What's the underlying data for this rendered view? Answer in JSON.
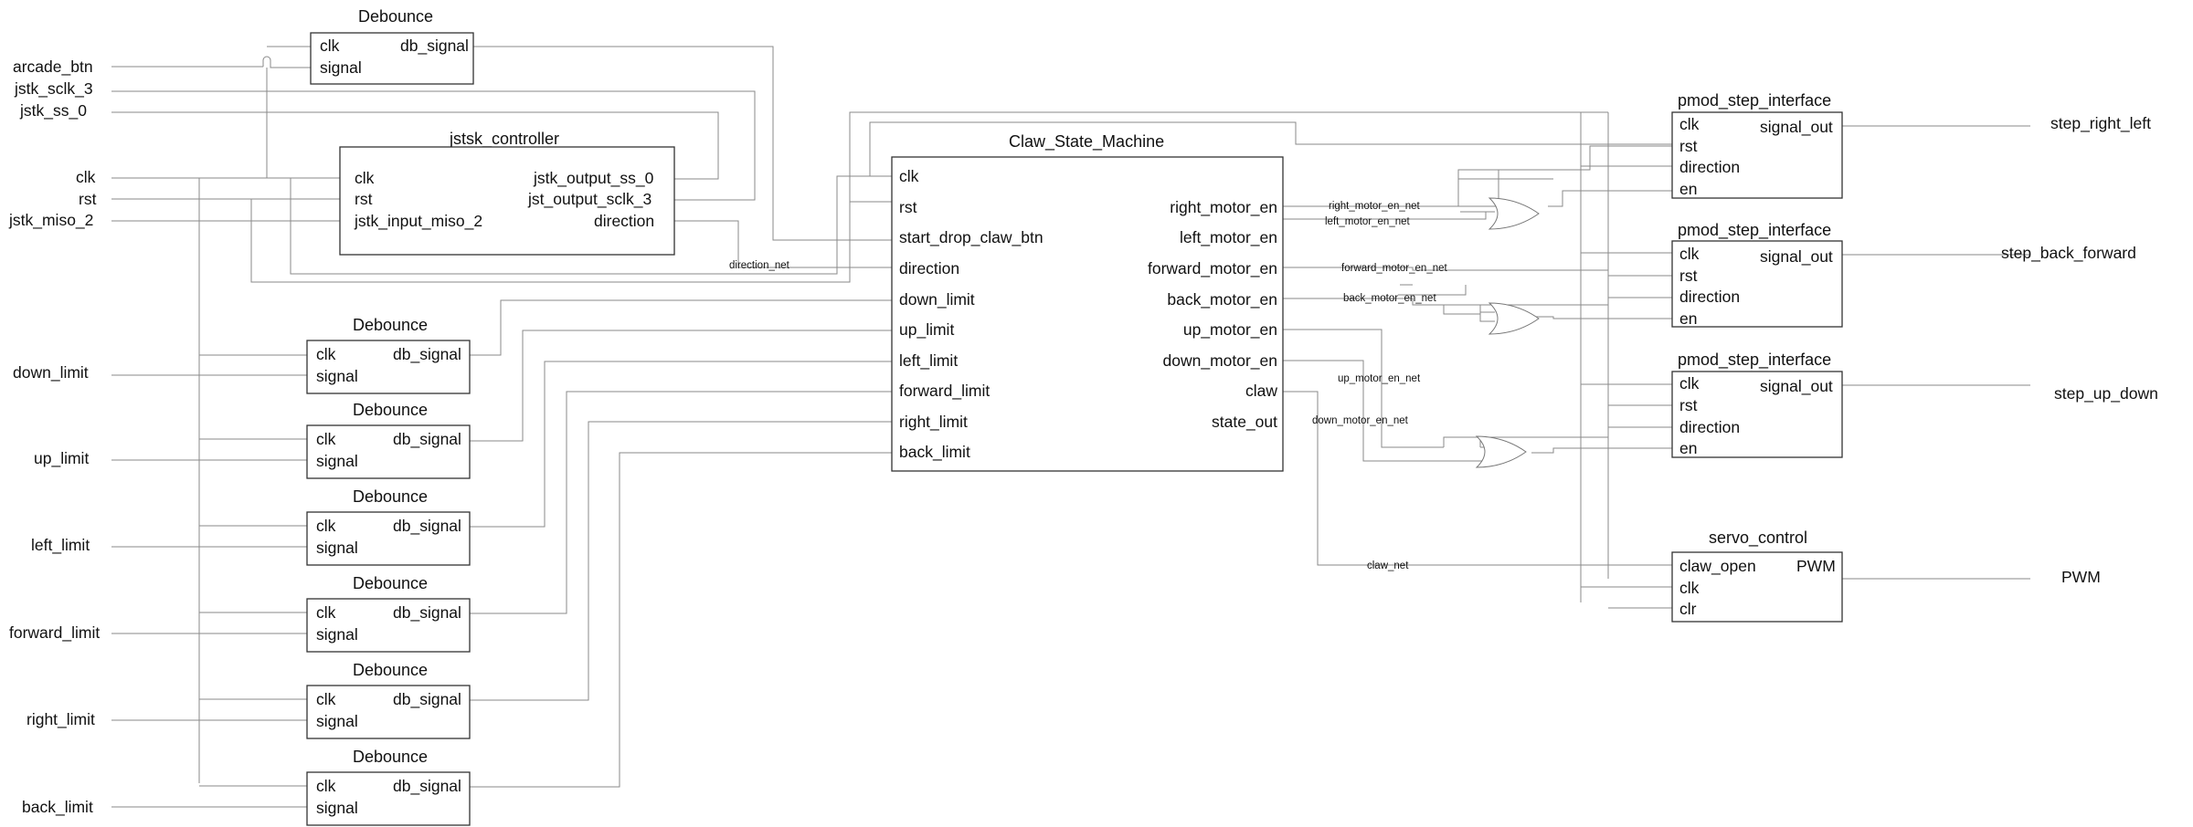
{
  "colors": {
    "block_border": "#333333",
    "wire": "#8a8a8a",
    "background": "#ffffff"
  },
  "inputs": {
    "arcade_btn": "arcade_btn",
    "jstk_sclk_3": "jstk_sclk_3",
    "jstk_ss_0": "jstk_ss_0",
    "clk": "clk",
    "rst": "rst",
    "jstk_miso_2": "jstk_miso_2",
    "down_limit": "down_limit",
    "up_limit": "up_limit",
    "left_limit": "left_limit",
    "forward_limit": "forward_limit",
    "right_limit": "right_limit",
    "back_limit": "back_limit"
  },
  "outputs": {
    "step_right_left": "step_right_left",
    "step_back_forward": "step_back_forward",
    "step_up_down": "step_up_down",
    "pwm": "PWM"
  },
  "debounce": {
    "title": "Debounce",
    "clk": "clk",
    "signal": "signal",
    "db_signal": "db_signal"
  },
  "jstsk_controller": {
    "title": "jstsk_controller",
    "clk": "clk",
    "rst": "rst",
    "jstk_input_miso_2": "jstk_input_miso_2",
    "jstk_output_ss_0": "jstk_output_ss_0",
    "jst_output_sclk_3": "jst_output_sclk_3",
    "direction": "direction"
  },
  "claw_state_machine": {
    "title": "Claw_State_Machine",
    "inputs": [
      "clk",
      "rst",
      "start_drop_claw_btn",
      "direction",
      "down_limit",
      "up_limit",
      "left_limit",
      "forward_limit",
      "right_limit",
      "back_limit"
    ],
    "outputs": [
      "right_motor_en",
      "left_motor_en",
      "forward_motor_en",
      "back_motor_en",
      "up_motor_en",
      "down_motor_en",
      "claw",
      "state_out"
    ]
  },
  "pmod_step_interface": {
    "title": "pmod_step_interface",
    "clk": "clk",
    "rst": "rst",
    "direction": "direction",
    "en": "en",
    "signal_out": "signal_out"
  },
  "servo_control": {
    "title": "servo_control",
    "claw_open": "claw_open",
    "clk": "clk",
    "clr": "clr",
    "pwm": "PWM"
  },
  "nets": {
    "direction_net": "direction_net",
    "right_motor_en_net": "right_motor_en_net",
    "left_motor_en_net": "left_motor_en_net",
    "forward_motor_en_net": "forward_motor_en_net",
    "back_motor_en_net": "back_motor_en_net",
    "up_motor_en_net": "up_motor_en_net",
    "down_motor_en_net": "down_motor_en_net",
    "claw_net": "claw_net"
  }
}
